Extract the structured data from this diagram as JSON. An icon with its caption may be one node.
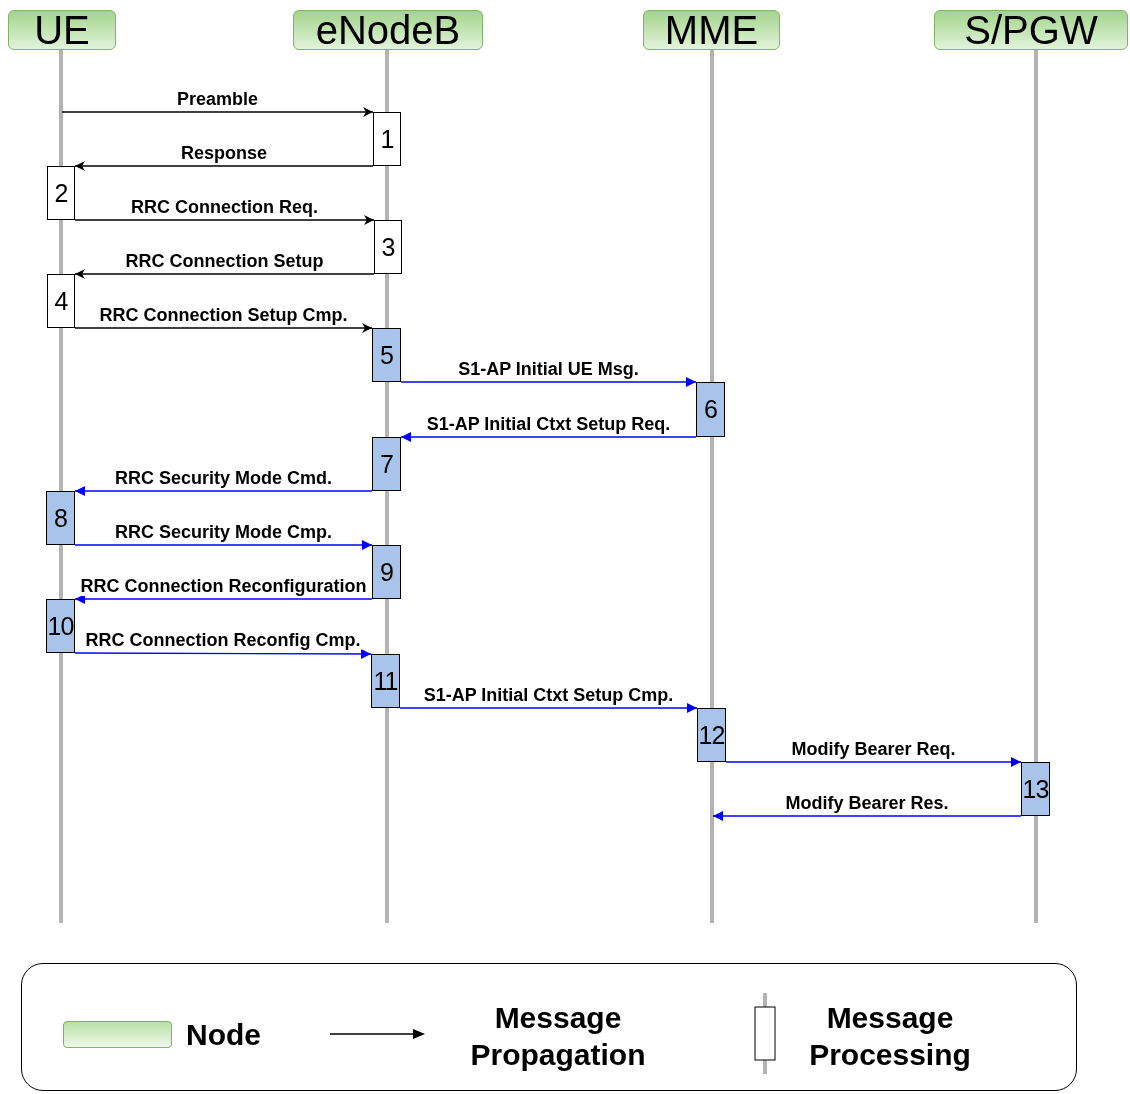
{
  "diagram": {
    "nodes": [
      {
        "text": [
          "UE"
        ]
      },
      {
        "text": [
          "eNodeB"
        ]
      },
      {
        "text": [
          "MME"
        ]
      },
      {
        "text": [
          "S/PGW"
        ]
      },
      {
        "text": [
          "1"
        ]
      },
      {
        "text": [
          "2"
        ]
      },
      {
        "text": [
          "3"
        ]
      },
      {
        "text": [
          "4"
        ]
      },
      {
        "text": [
          "5"
        ]
      },
      {
        "text": [
          "6"
        ]
      },
      {
        "text": [
          "7"
        ]
      },
      {
        "text": [
          "8"
        ]
      },
      {
        "text": [
          "9"
        ]
      },
      {
        "text": [
          "10"
        ]
      },
      {
        "text": [
          "11"
        ]
      },
      {
        "text": [
          "12"
        ]
      },
      {
        "text": [
          "13"
        ]
      }
    ],
    "edges": [
      {
        "from": null,
        "to": 4,
        "arrow": "to",
        "label": "Preamble",
        "color": "#000000"
      },
      {
        "from": 4,
        "to": 5,
        "arrow": "to",
        "label": "Response",
        "color": "#000000"
      },
      {
        "from": 5,
        "to": 6,
        "arrow": "to",
        "label": "RRC Connection Req.",
        "color": "#000000"
      },
      {
        "from": 6,
        "to": 7,
        "arrow": "to",
        "label": "RRC Connection Setup",
        "color": "#000000"
      },
      {
        "from": 7,
        "to": 8,
        "arrow": "to",
        "label": "RRC Connection Setup Cmp.",
        "color": "#000000"
      },
      {
        "from": 8,
        "to": 9,
        "arrow": "to",
        "label": "S1-AP Initial UE Msg."
      },
      {
        "from": 9,
        "to": 10,
        "arrow": "to",
        "label": "S1-AP Initial Ctxt Setup Req."
      },
      {
        "from": 10,
        "to": 11,
        "arrow": "to",
        "label": "RRC Security Mode Cmd."
      },
      {
        "from": 11,
        "to": 12,
        "arrow": "to",
        "label": "RRC Security Mode Cmp."
      },
      {
        "from": 12,
        "to": 13,
        "arrow": "to",
        "label": "RRC Connection Reconfiguration"
      },
      {
        "from": 13,
        "to": 14,
        "arrow": "to",
        "label": "RRC Connection Reconfig Cmp."
      },
      {
        "from": 14,
        "to": 15,
        "arrow": "to",
        "label": "S1-AP Initial Ctxt Setup Cmp."
      },
      {
        "from": 15,
        "to": 16,
        "arrow": "to",
        "label": "Modify Bearer Req."
      },
      {
        "from": 16,
        "to": null,
        "arrow": "to",
        "label": "Modify Bearer Res."
      }
    ],
    "legend": [
      {
        "text": "Node",
        "color": "#b9e0a5"
      },
      {
        "text": "Message Propagation"
      },
      {
        "text": "Message Processing"
      }
    ]
  }
}
